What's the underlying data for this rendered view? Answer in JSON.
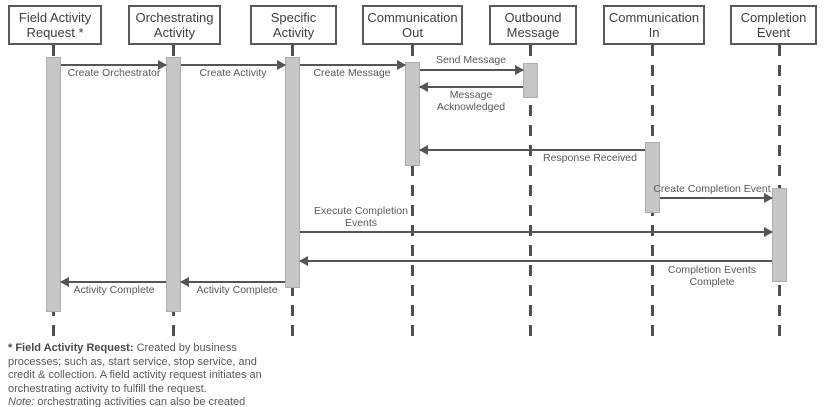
{
  "diagram": {
    "type": "sequence-diagram",
    "actors": [
      {
        "label": "Field Activity Request *"
      },
      {
        "label": "Orchestrating Activity"
      },
      {
        "label": "Specific Activity"
      },
      {
        "label": "Communication Out"
      },
      {
        "label": "Outbound Message"
      },
      {
        "label": "Communication In"
      },
      {
        "label": "Completion Event"
      }
    ],
    "messages": [
      {
        "label": "Create Orchestrator",
        "from": "Field Activity Request",
        "to": "Orchestrating Activity"
      },
      {
        "label": "Create Activity",
        "from": "Orchestrating Activity",
        "to": "Specific Activity"
      },
      {
        "label": "Create Message",
        "from": "Specific Activity",
        "to": "Communication Out"
      },
      {
        "label": "Send Message",
        "from": "Communication Out",
        "to": "Outbound Message"
      },
      {
        "label": "Message Acknowledged",
        "from": "Outbound Message",
        "to": "Communication Out"
      },
      {
        "label": "Response Received",
        "from": "Communication In",
        "to": "Communication Out"
      },
      {
        "label": "Create Completion Event",
        "from": "Communication In",
        "to": "Completion Event"
      },
      {
        "label": "Execute Completion Events",
        "from": "Specific Activity",
        "to": "Completion Event"
      },
      {
        "label": "Completion Events Complete",
        "from": "Completion Event",
        "to": "Specific Activity"
      },
      {
        "label": "Activity Complete",
        "from": "Specific Activity",
        "to": "Orchestrating Activity"
      },
      {
        "label": "Activity Complete",
        "from": "Orchestrating Activity",
        "to": "Field Activity Request"
      }
    ],
    "footnote": {
      "term": "* Field Activity Request:",
      "definition": " Created by business processes; such as, start service, stop service, and credit & collection. A field activity request initiates an orchestrating activity to fulfill the request.",
      "note_label": "Note:",
      "note_text": " orchestrating activities can also be created manually and through external application requests."
    },
    "colors": {
      "activation_fill": "#c7c7c7",
      "activation_border": "#aeaeae",
      "line": "#555555",
      "label_text": "#595959",
      "box_border": "#595959",
      "background": "#ffffff"
    }
  }
}
